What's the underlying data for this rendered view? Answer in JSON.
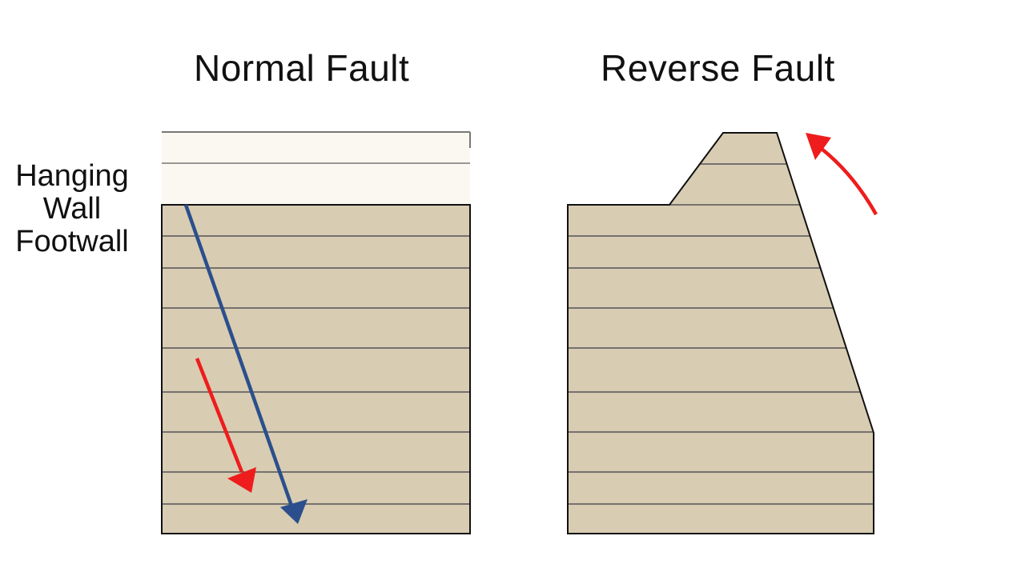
{
  "titles": {
    "normal": "Normal Fault",
    "reverse": "Reverse Fault"
  },
  "labels": {
    "hanging": "Hanging",
    "wall": "Wall",
    "footwall": "Footwall"
  },
  "colors": {
    "rock": "#d8ccb2",
    "topLayer": "#fbf8f1",
    "outline": "#111111",
    "bedding": "#555555",
    "faultLine": "#2b4f8c",
    "motionArrow": "#ee1c1c"
  },
  "icons": {
    "normal_motion": "arrow-down-icon",
    "normal_fault": "fault-plane-arrow-icon",
    "reverse_motion": "curved-arrow-up-icon"
  }
}
